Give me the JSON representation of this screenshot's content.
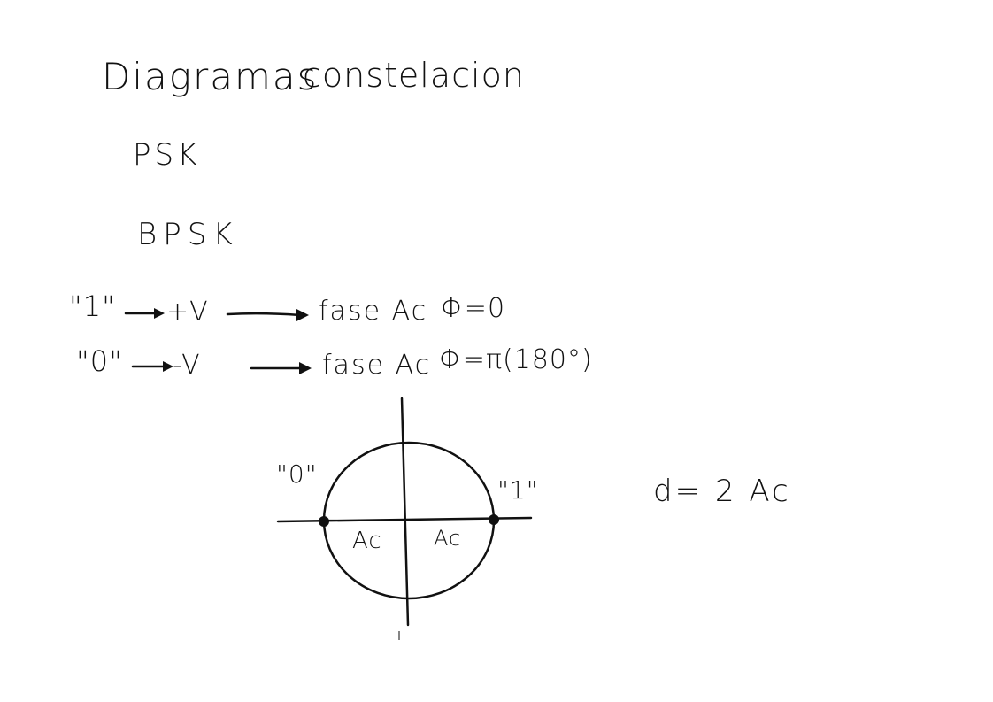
{
  "title": {
    "left": "Diagramas",
    "right": "constelacion"
  },
  "modulations": {
    "first": "PSK",
    "second": "BPSK"
  },
  "mapping": [
    {
      "bit": "\"1\"",
      "level": "+V",
      "phase": "fase Ac",
      "phi": "Φ=0"
    },
    {
      "bit": "\"0\"",
      "level": "-V",
      "phase": "fase Ac",
      "phi": "Φ=π(180°)"
    }
  ],
  "constellation": {
    "label_zero": "\"0\"",
    "label_one": "\"1\"",
    "amp_left": "Ac",
    "amp_right": "Ac",
    "distance": "d= 2 Ac"
  }
}
